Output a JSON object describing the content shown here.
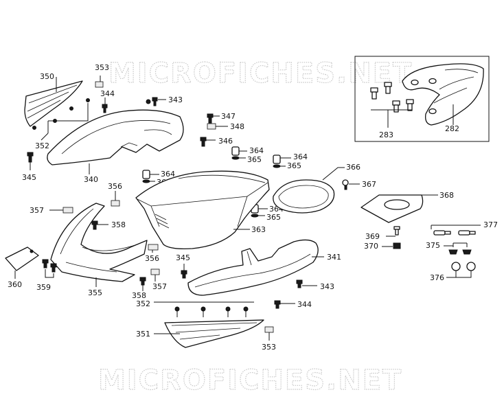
{
  "watermark": {
    "top": "MICROFICHES.NET",
    "bottom": "MICROFICHES.NET"
  },
  "labels": {
    "p350": "350",
    "p353a": "353",
    "p344a": "344",
    "p343a": "343",
    "p352a": "352",
    "p345a": "345",
    "p340": "340",
    "p347": "347",
    "p348": "348",
    "p346": "346",
    "p364a": "364",
    "p365a": "365",
    "p364b": "364",
    "p365b": "365",
    "p364c": "364",
    "p365c": "365",
    "p364d": "364",
    "p365d": "365",
    "p366": "366",
    "p367": "367",
    "p368": "368",
    "p356a": "356",
    "p357a": "357",
    "p358a": "358",
    "p363": "363",
    "p360": "360",
    "p359": "359",
    "p355": "355",
    "p356b": "356",
    "p345b": "345",
    "p341": "341",
    "p358b": "358",
    "p357b": "357",
    "p343b": "343",
    "p352b": "352",
    "p344b": "344",
    "p351": "351",
    "p353b": "353",
    "p369": "369",
    "p370": "370",
    "p377": "377",
    "p375": "375",
    "p376": "376",
    "p283": "283",
    "p282": "282"
  }
}
